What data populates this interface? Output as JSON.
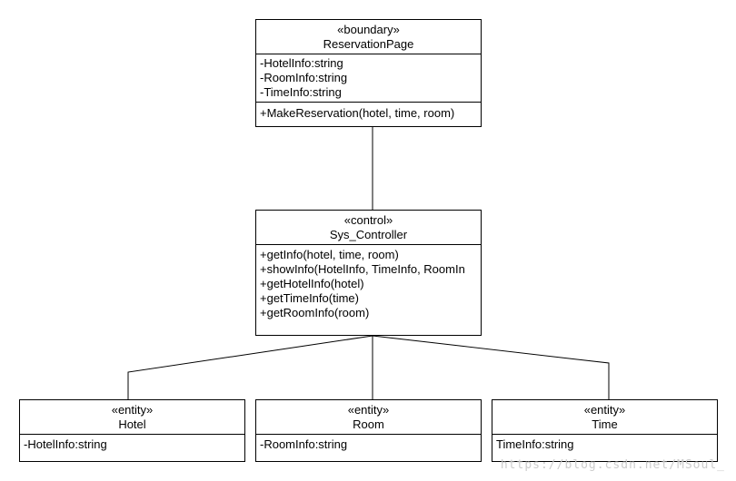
{
  "diagram": {
    "classes": [
      {
        "id": "reservation_page",
        "stereotype": "«boundary»",
        "name": "ReservationPage",
        "attributes": [
          "-HotelInfo:string",
          "-RoomInfo:string",
          "-TimeInfo:string"
        ],
        "operations": [
          "+MakeReservation(hotel, time, room)"
        ]
      },
      {
        "id": "sys_controller",
        "stereotype": "«control»",
        "name": "Sys_Controller",
        "attributes": [],
        "operations": [
          "+getInfo(hotel, time, room)",
          "+showInfo(HotelInfo, TimeInfo, RoomIn",
          "+getHotelInfo(hotel)",
          "+getTimeInfo(time)",
          "+getRoomInfo(room)"
        ]
      },
      {
        "id": "hotel",
        "stereotype": "«entity»",
        "name": "Hotel",
        "attributes": [
          "-HotelInfo:string"
        ],
        "operations": []
      },
      {
        "id": "room",
        "stereotype": "«entity»",
        "name": "Room",
        "attributes": [
          "-RoomInfo:string"
        ],
        "operations": []
      },
      {
        "id": "time",
        "stereotype": "«entity»",
        "name": "Time",
        "attributes": [
          "TimeInfo:string"
        ],
        "operations": []
      }
    ],
    "associations": [
      {
        "from": "reservation_page",
        "to": "sys_controller"
      },
      {
        "from": "sys_controller",
        "to": "hotel"
      },
      {
        "from": "sys_controller",
        "to": "room"
      },
      {
        "from": "sys_controller",
        "to": "time"
      }
    ],
    "watermark": "https://blog.csdn.net/MSoul_"
  }
}
